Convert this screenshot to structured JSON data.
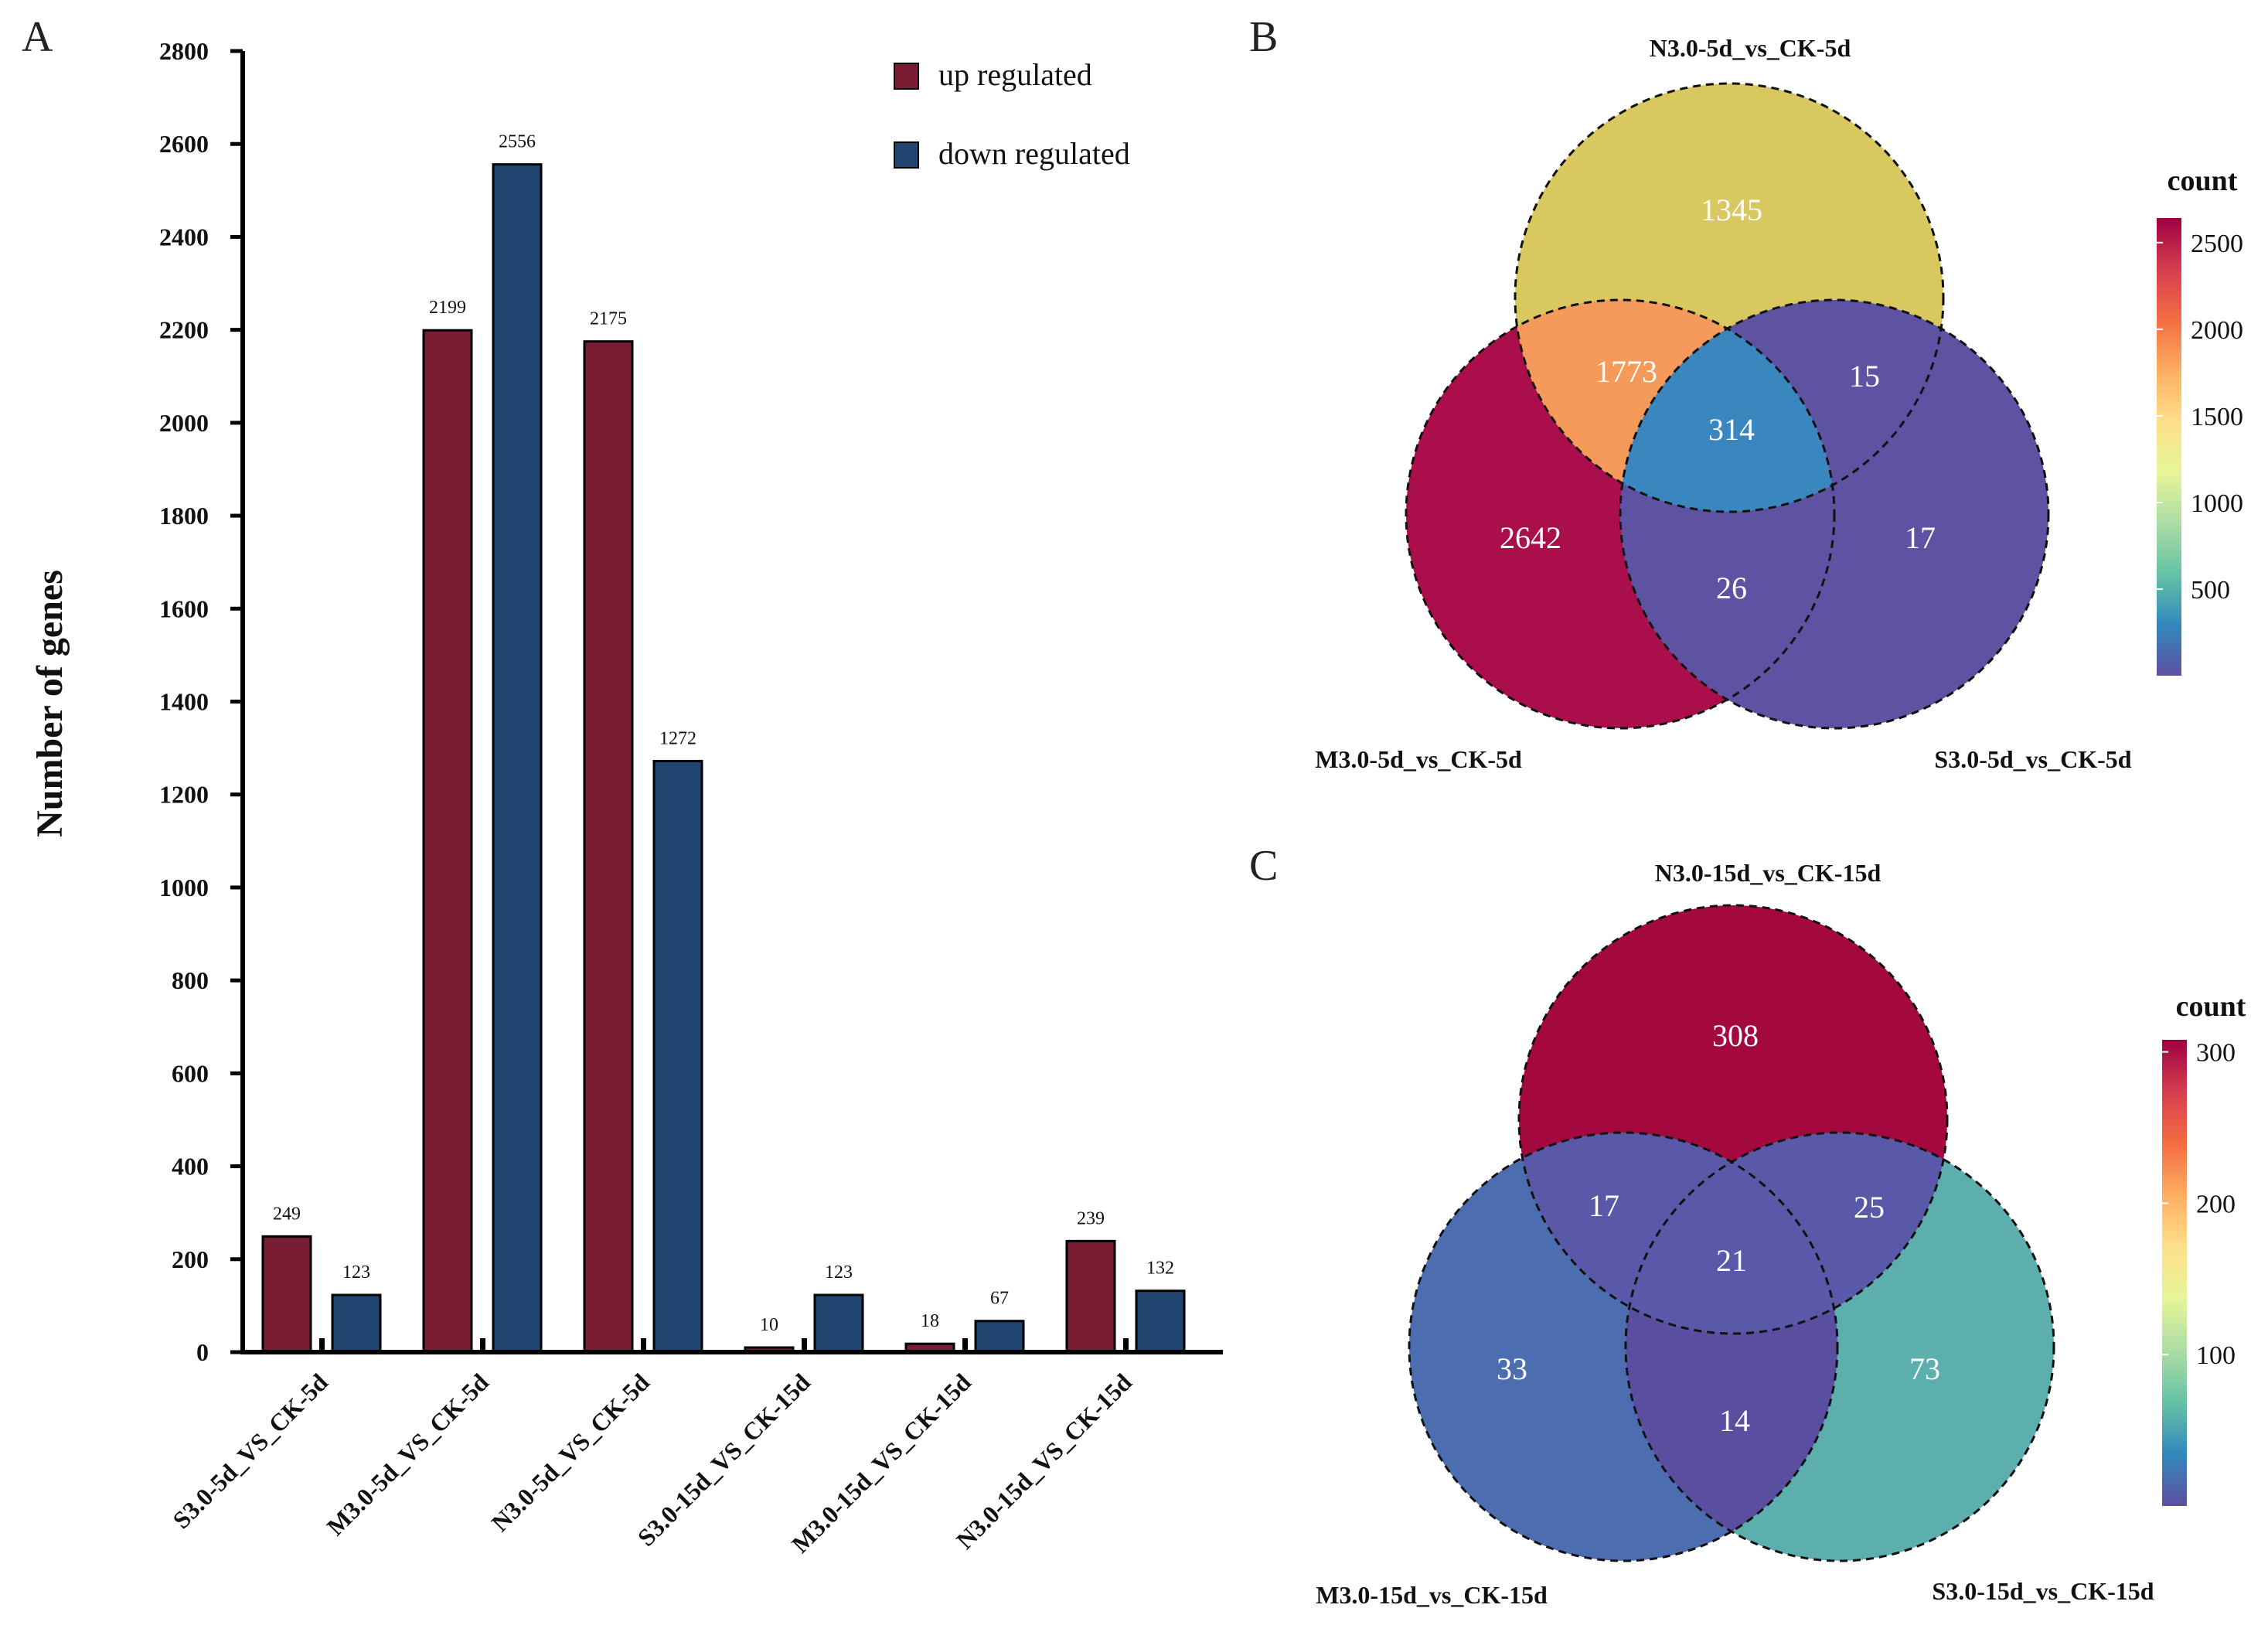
{
  "chart_data": [
    {
      "panel": "A",
      "type": "bar",
      "ylabel": "Number of genes",
      "ylim": [
        0,
        2800
      ],
      "yticks": [
        0,
        200,
        400,
        600,
        800,
        1000,
        1200,
        1400,
        1600,
        1800,
        2000,
        2200,
        2400,
        2600,
        2800
      ],
      "categories": [
        "S3.0-5d_VS_CK-5d",
        "M3.0-5d_VS_CK-5d",
        "N3.0-5d_VS_CK-5d",
        "S3.0-15d_VS_CK-15d",
        "M3.0-15d_VS_CK-15d",
        "N3.0-15d_VS_CK-15d"
      ],
      "series": [
        {
          "name": "up regulated",
          "color": "#7a1c34",
          "values": [
            249,
            2199,
            2175,
            10,
            18,
            239
          ]
        },
        {
          "name": "down regulated",
          "color": "#1f4570",
          "values": [
            123,
            2556,
            1272,
            123,
            67,
            132
          ]
        }
      ],
      "legend_position": "top-right"
    },
    {
      "panel": "B",
      "type": "venn",
      "sets": [
        "N3.0-5d_vs_CK-5d",
        "M3.0-5d_vs_CK-5d",
        "S3.0-5d_vs_CK-5d"
      ],
      "regions": [
        {
          "sets": [
            "N3.0-5d_vs_CK-5d"
          ],
          "value": 1345,
          "color": "#d9c760"
        },
        {
          "sets": [
            "N3.0-5d_vs_CK-5d",
            "M3.0-5d_vs_CK-5d"
          ],
          "value": 1773,
          "color": "#f69a5b"
        },
        {
          "sets": [
            "N3.0-5d_vs_CK-5d",
            "S3.0-5d_vs_CK-5d"
          ],
          "value": 15,
          "color": "#5e52a2"
        },
        {
          "sets": [
            "N3.0-5d_vs_CK-5d",
            "M3.0-5d_vs_CK-5d",
            "S3.0-5d_vs_CK-5d"
          ],
          "value": 314,
          "color": "#3a87bf"
        },
        {
          "sets": [
            "M3.0-5d_vs_CK-5d"
          ],
          "value": 2642,
          "color": "#ab0f4b"
        },
        {
          "sets": [
            "S3.0-5d_vs_CK-5d"
          ],
          "value": 17,
          "color": "#5e52a2"
        },
        {
          "sets": [
            "M3.0-5d_vs_CK-5d",
            "S3.0-5d_vs_CK-5d"
          ],
          "value": 26,
          "color": "#5e52a2"
        }
      ],
      "colorbar": {
        "title": "count",
        "ticks": [
          500,
          1000,
          1500,
          2000,
          2500
        ],
        "range": [
          0,
          2642
        ]
      }
    },
    {
      "panel": "C",
      "type": "venn",
      "sets": [
        "N3.0-15d_vs_CK-15d",
        "M3.0-15d_vs_CK-15d",
        "S3.0-15d_vs_CK-15d"
      ],
      "regions": [
        {
          "sets": [
            "N3.0-15d_vs_CK-15d"
          ],
          "value": 308,
          "color": "#a3083f"
        },
        {
          "sets": [
            "N3.0-15d_vs_CK-15d",
            "M3.0-15d_vs_CK-15d"
          ],
          "value": 17,
          "color": "#5a58a9"
        },
        {
          "sets": [
            "N3.0-15d_vs_CK-15d",
            "S3.0-15d_vs_CK-15d"
          ],
          "value": 25,
          "color": "#5a58a9"
        },
        {
          "sets": [
            "N3.0-15d_vs_CK-15d",
            "M3.0-15d_vs_CK-15d",
            "S3.0-15d_vs_CK-15d"
          ],
          "value": 21,
          "color": "#5a58a9"
        },
        {
          "sets": [
            "M3.0-15d_vs_CK-15d"
          ],
          "value": 33,
          "color": "#4c6eb1"
        },
        {
          "sets": [
            "S3.0-15d_vs_CK-15d"
          ],
          "value": 73,
          "color": "#5dafae"
        },
        {
          "sets": [
            "M3.0-15d_vs_CK-15d",
            "S3.0-15d_vs_CK-15d"
          ],
          "value": 14,
          "color": "#5a4ea0"
        }
      ],
      "colorbar": {
        "title": "count",
        "ticks": [
          100,
          200,
          300
        ],
        "range": [
          0,
          308
        ]
      }
    }
  ],
  "panel_labels": [
    "A",
    "B",
    "C"
  ],
  "colorbar_gradient": [
    "#5e4fa2",
    "#3288bd",
    "#66c2a5",
    "#abdda4",
    "#e6f598",
    "#fee08b",
    "#fdae61",
    "#f46d43",
    "#d53e4f",
    "#9e0142"
  ]
}
